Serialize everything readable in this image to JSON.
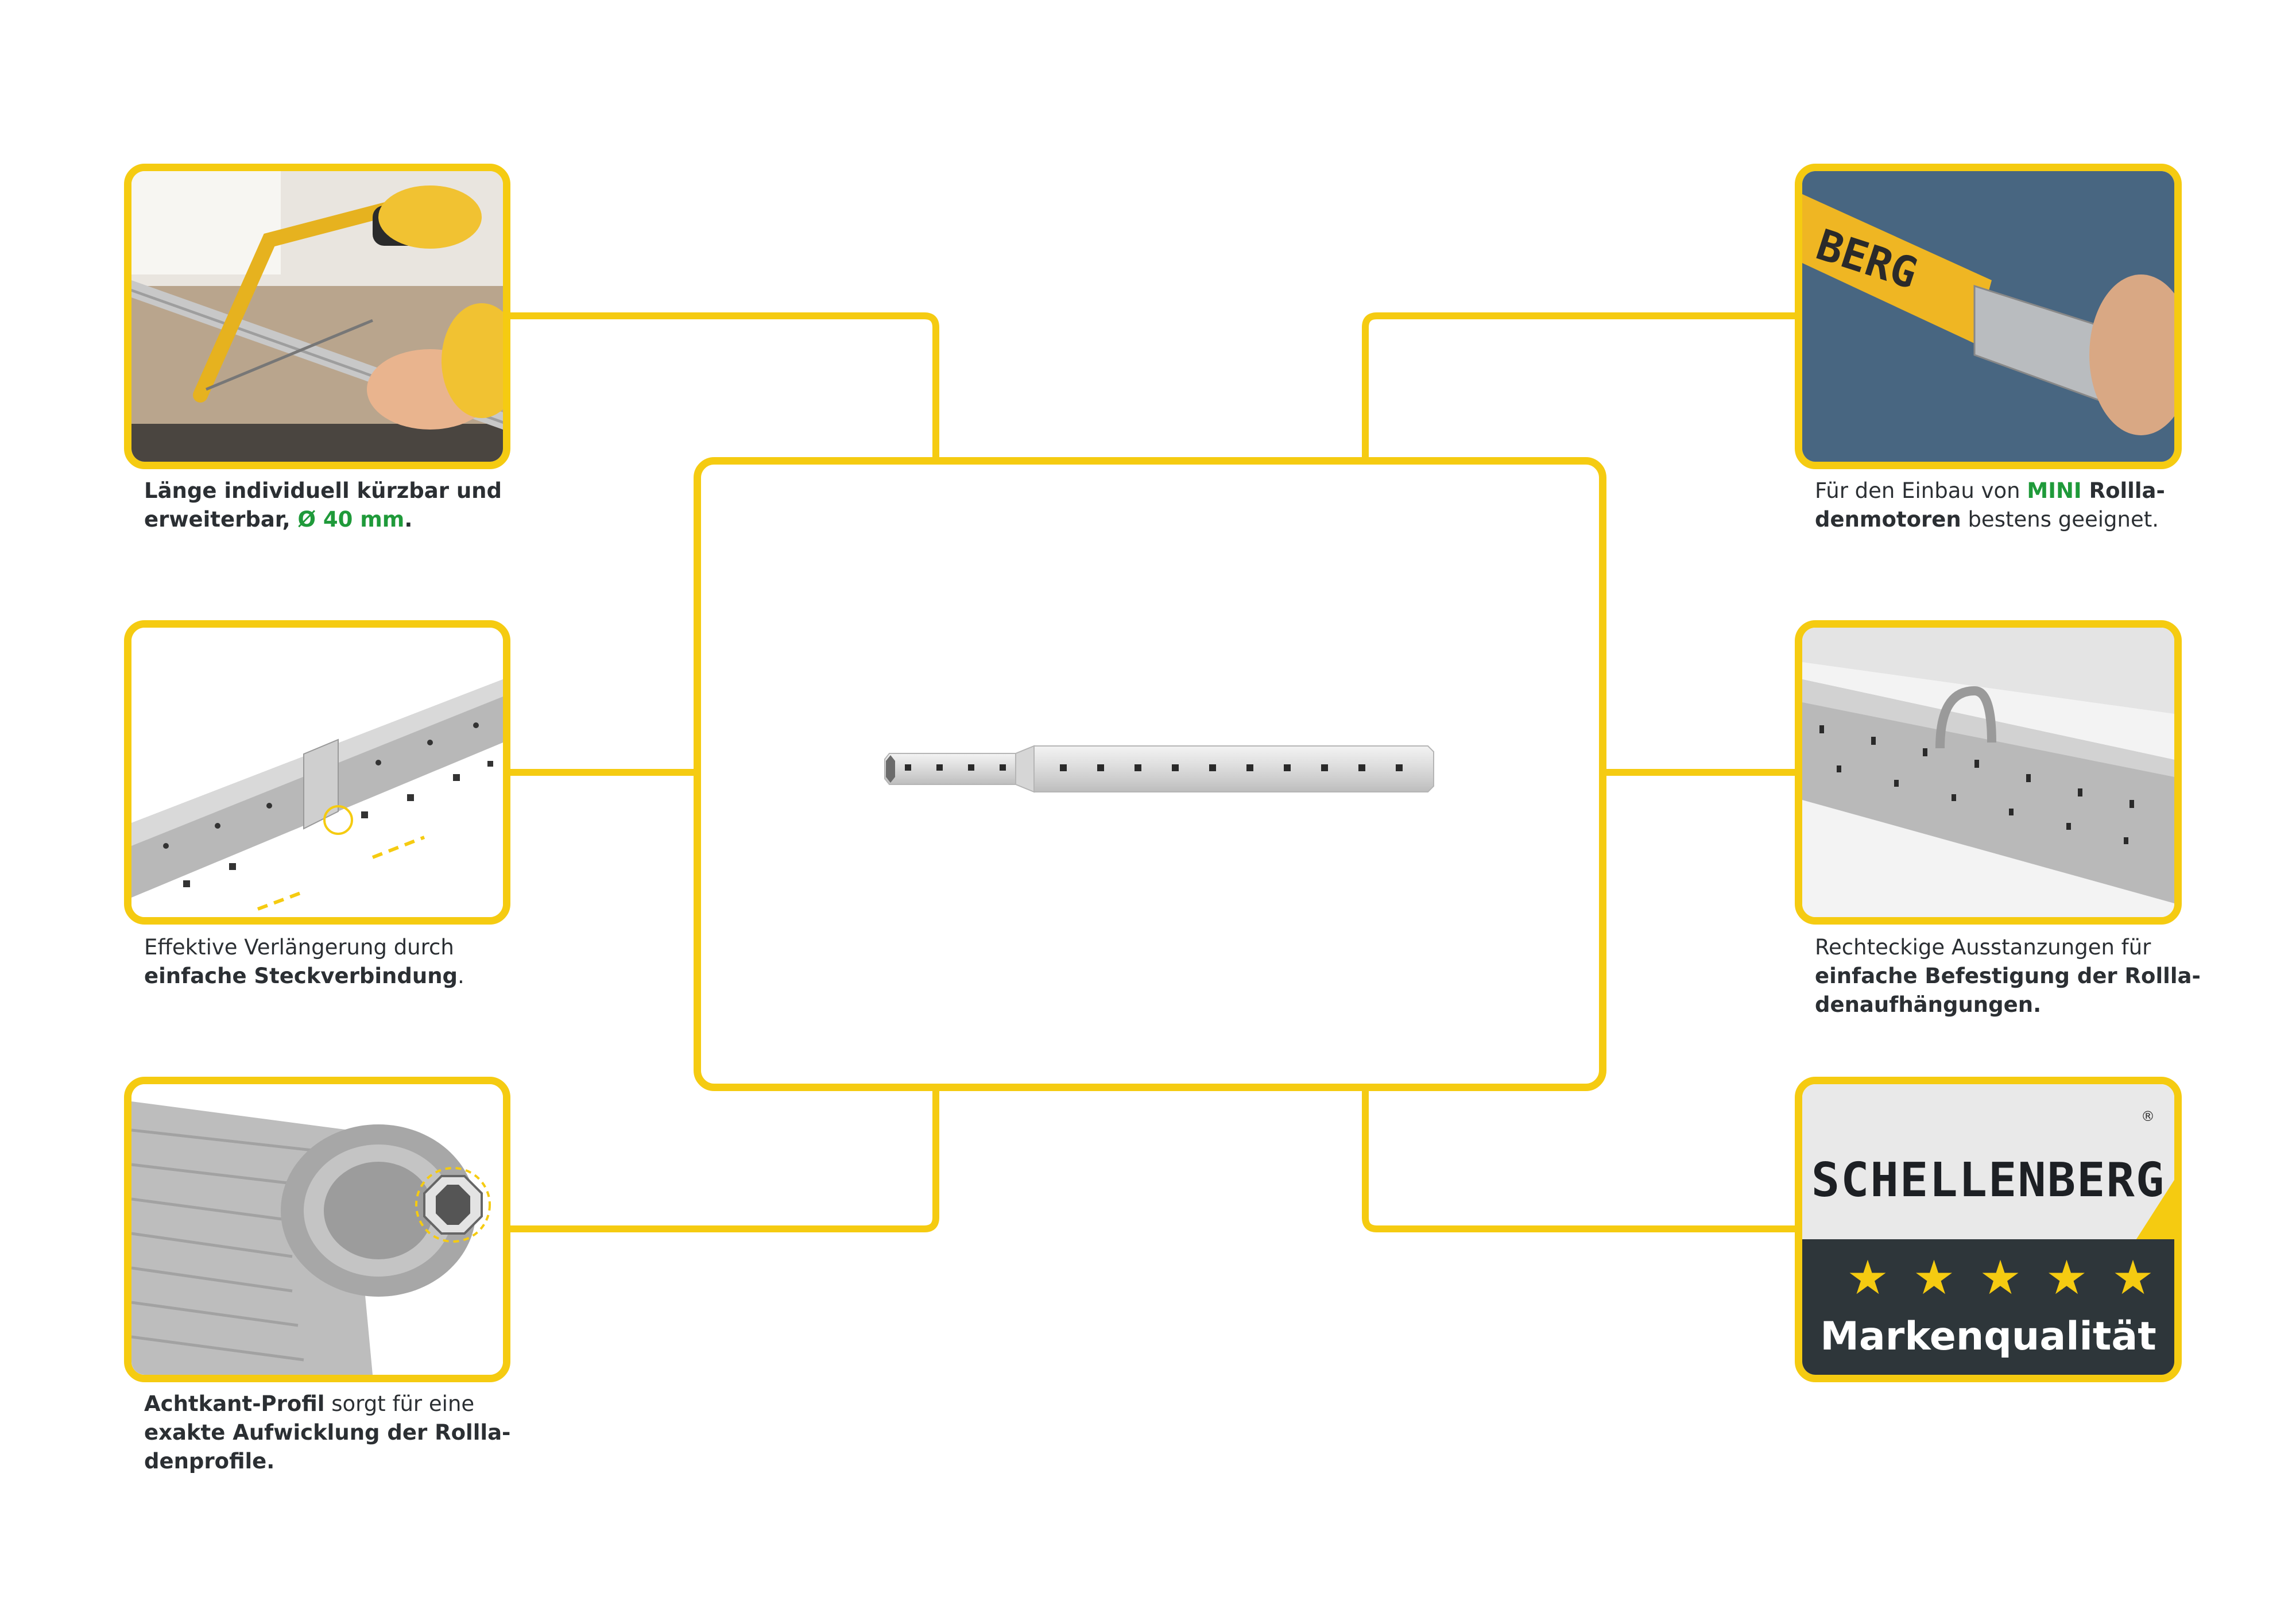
{
  "colors": {
    "accent": "#f5cb11",
    "highlight_green": "#1f9a3a",
    "text": "#2b2f33",
    "brand_dark": "#2e363a"
  },
  "features": [
    {
      "parts": [
        {
          "t": "Länge individuell kürzbar und",
          "s": "b"
        },
        {
          "t": "erweiterbar, ",
          "s": "b"
        },
        {
          "t": "Ø 40 mm",
          "s": "g"
        },
        {
          "t": ".",
          "s": "b"
        }
      ]
    },
    {
      "parts": [
        {
          "t": "Effektive Verlängerung durch",
          "s": "n"
        },
        {
          "t": "einfache Steckverbindung",
          "s": "b"
        },
        {
          "t": ".",
          "s": "n"
        }
      ]
    },
    {
      "parts": [
        {
          "t": "Achtkant-Profil",
          "s": "b"
        },
        {
          "t": " sorgt für eine",
          "s": "n"
        },
        {
          "t": "exakte Aufwicklung der Rollla-",
          "s": "b"
        },
        {
          "t": "denprofile.",
          "s": "b"
        }
      ]
    },
    {
      "parts": [
        {
          "t": "Für den Einbau von ",
          "s": "n"
        },
        {
          "t": "MINI",
          "s": "g"
        },
        {
          "t": " Rollla-",
          "s": "b"
        },
        {
          "t": "denmotoren",
          "s": "b"
        },
        {
          "t": " bestens geeignet.",
          "s": "n"
        }
      ]
    },
    {
      "parts": [
        {
          "t": "Rechteckige Ausstanzungen für",
          "s": "n"
        },
        {
          "t": "einfache Befestigung der Rollla-",
          "s": "b"
        },
        {
          "t": "denaufhängungen.",
          "s": "b"
        }
      ]
    }
  ],
  "photo_texts": {
    "motor_brand_fragment": "BERG"
  },
  "brand": {
    "name": "SCHELLENBERG",
    "stars": "★★★★★",
    "quality_label": "Markenqualität",
    "registered": "®"
  },
  "icons": [
    "saw-cutting-photo",
    "tube-connection-photo",
    "octagon-roll-photo",
    "motor-insert-photo",
    "tube-punch-photo",
    "brand-roof-logo"
  ]
}
